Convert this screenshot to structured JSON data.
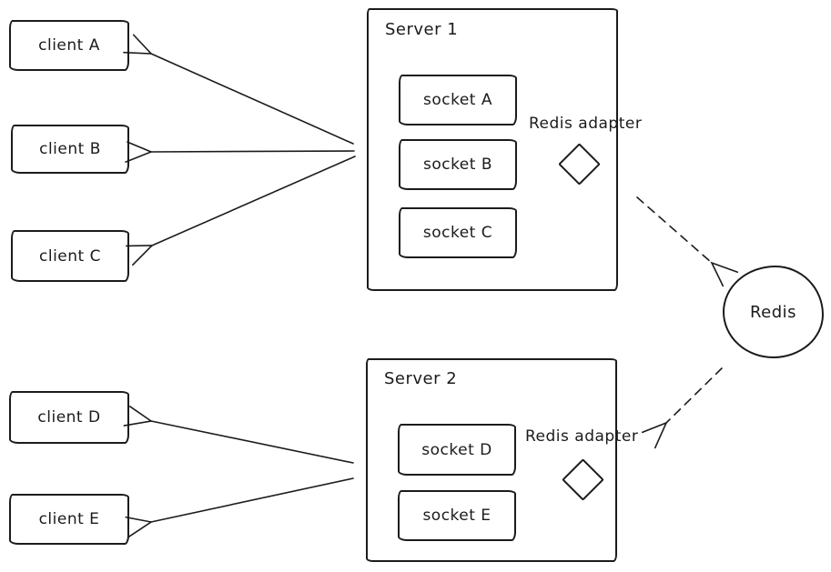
{
  "diagram": {
    "colors": {
      "stroke": "#1b1b1b",
      "background": "#ffffff"
    },
    "clients": [
      {
        "label": "client A"
      },
      {
        "label": "client B"
      },
      {
        "label": "client C"
      },
      {
        "label": "client D"
      },
      {
        "label": "client E"
      }
    ],
    "server1": {
      "title": "Server 1",
      "sockets": [
        {
          "label": "socket A"
        },
        {
          "label": "socket B"
        },
        {
          "label": "socket C"
        }
      ],
      "adapter_label": "Redis adapter"
    },
    "server2": {
      "title": "Server 2",
      "sockets": [
        {
          "label": "socket D"
        },
        {
          "label": "socket E"
        }
      ],
      "adapter_label": "Redis adapter"
    },
    "redis": {
      "label": "Redis"
    }
  }
}
